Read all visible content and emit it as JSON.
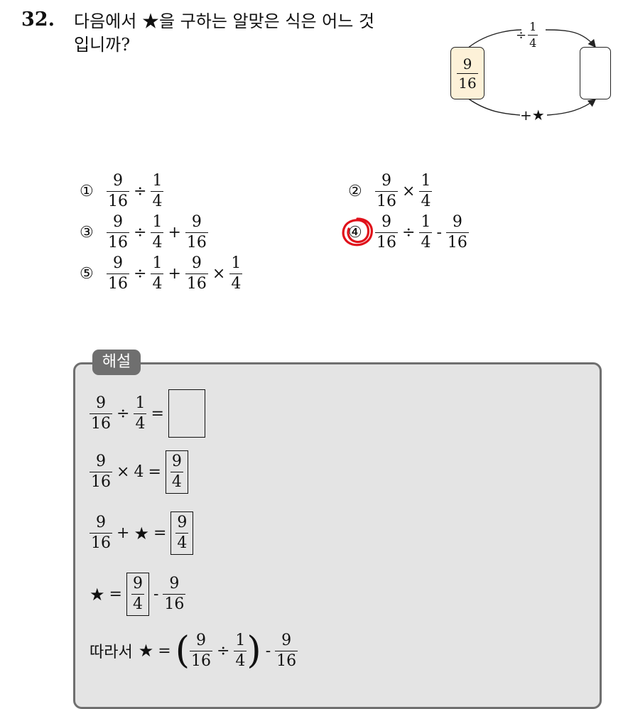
{
  "question": {
    "number": "32.",
    "text_line1": "다음에서 ★을 구하는 알맞은 식은 어느 것",
    "text_line2": "입니까?"
  },
  "diagram": {
    "start_value": {
      "num": "9",
      "den": "16"
    },
    "top_op": "÷",
    "top_frac": {
      "num": "1",
      "den": "4"
    },
    "bottom_op": "+★"
  },
  "choices": [
    {
      "mark": "①",
      "expr": [
        "9/16",
        "÷",
        "1/4"
      ]
    },
    {
      "mark": "②",
      "expr": [
        "9/16",
        "×",
        "1/4"
      ]
    },
    {
      "mark": "③",
      "expr": [
        "9/16",
        "÷",
        "1/4",
        "+",
        "9/16"
      ]
    },
    {
      "mark": "④",
      "expr": [
        "9/16",
        "÷",
        "1/4",
        "-",
        "9/16"
      ],
      "selected": true
    },
    {
      "mark": "⑤",
      "expr": [
        "9/16",
        "÷",
        "1/4",
        "+",
        "9/16",
        "×",
        "1/4"
      ]
    }
  ],
  "explanation": {
    "tab_label": "해설",
    "prefix": "따라서",
    "star": "★",
    "equals": "=",
    "four": "4"
  },
  "colors": {
    "start_box": "#fdf1d8",
    "panel_bg": "#e4e4e4",
    "panel_border": "#6f6f6f",
    "selection_circle": "#e0101a"
  }
}
